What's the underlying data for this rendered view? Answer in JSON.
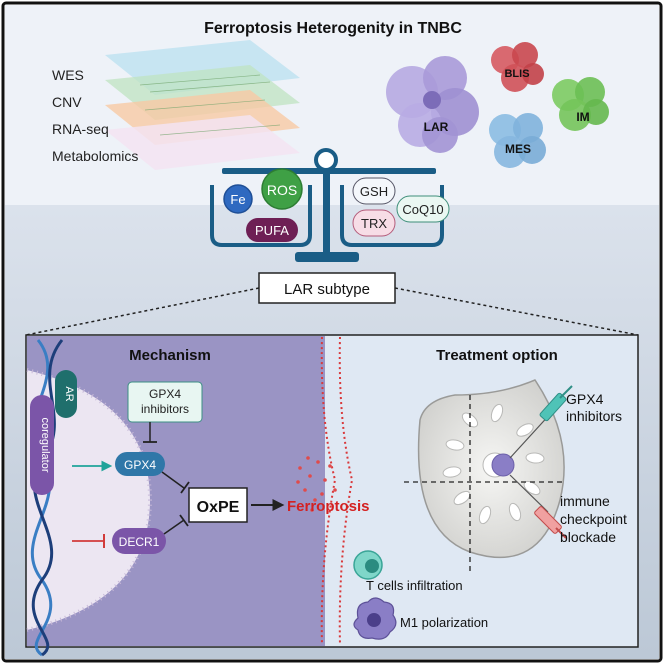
{
  "title": "Ferroptosis Heterogenity in  TNBC",
  "omics_layers": [
    "WES",
    "CNV",
    "RNA-seq",
    "Metabolomics"
  ],
  "subtypes": {
    "lar": "LAR",
    "blis": "BLIS",
    "im": "IM",
    "mes": "MES"
  },
  "balance": {
    "left": {
      "fe": "Fe",
      "ros": "ROS",
      "pufa": "PUFA"
    },
    "right": {
      "gsh": "GSH",
      "coq10": "CoQ10",
      "trx": "TRX"
    }
  },
  "subtype_label": "LAR subtype",
  "mechanism": {
    "title": "Mechanism",
    "ar": "AR",
    "coregulator": "coregulator",
    "gpx4_inhibitors": [
      "GPX4",
      "inhibitors"
    ],
    "gpx4": "GPX4",
    "decr1": "DECR1",
    "oxpe": "OxPE",
    "ferroptosis": "Ferroptosis"
  },
  "treatment": {
    "title": "Treatment option",
    "gpx4_inhibitors": [
      "GPX4",
      "inhibitors"
    ],
    "immune": [
      "immune",
      "checkpoint",
      "blockade"
    ],
    "t_cells": "T cells infiltration",
    "m1": "M1 polarization"
  },
  "colors": {
    "top_bg": "#eef2f8",
    "mid_bg": "#c8d3df",
    "mech_bg": "#9a94c4",
    "treat_bg": "#dfe8f3",
    "ferroptosis_red": "#d42121",
    "teal": "#1f7f7c",
    "lar_purple": "#a99ad8",
    "blis_red": "#c9474e",
    "im_green": "#6cbf54",
    "mes_blue": "#7fb2db"
  }
}
